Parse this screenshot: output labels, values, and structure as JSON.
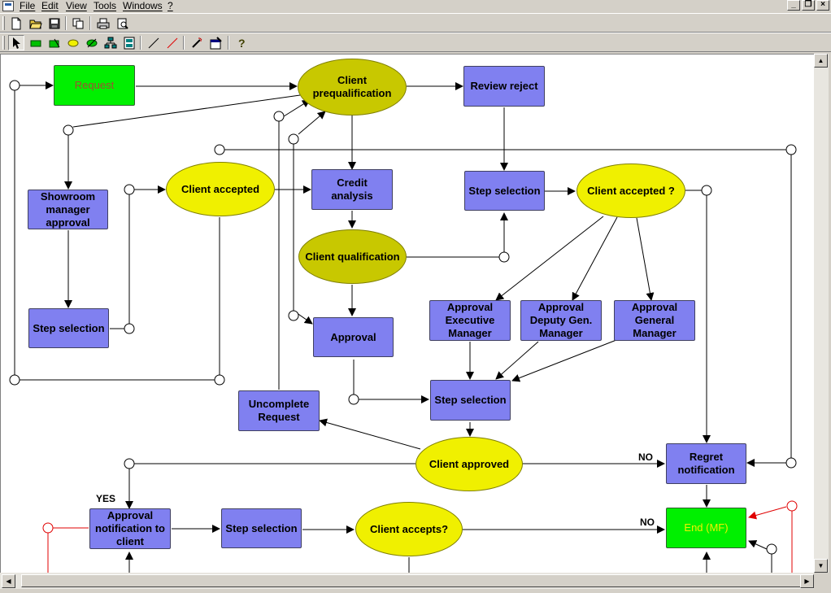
{
  "menu": {
    "items": [
      "File",
      "Edit",
      "View",
      "Tools",
      "Windows",
      "?"
    ]
  },
  "window_controls": [
    "_",
    "❐",
    "×"
  ],
  "toolbar1": [
    "new-document-icon",
    "open-folder-icon",
    "save-icon",
    "copy-icon",
    "print-icon",
    "print-preview-icon"
  ],
  "toolbar2": [
    "pointer-icon",
    "rectangle-tool-icon",
    "activity-tool-icon",
    "ellipse-tool-icon",
    "decision-tool-icon",
    "hierarchy-tool-icon",
    "subprocess-tool-icon",
    "black-line-tool-icon",
    "red-line-tool-icon",
    "wand-icon",
    "properties-icon",
    "help-icon"
  ],
  "diagram": {
    "nodes": {
      "request": "Request",
      "client_prequal": "Client prequalification",
      "review_reject": "Review reject",
      "showroom": "Showroom manager approval",
      "client_accepted": "Client accepted",
      "credit_analysis": "Credit analysis",
      "step_sel_top": "Step selection",
      "client_accepted_q": "Client accepted ?",
      "client_qualification": "Client qualification",
      "step_sel_left": "Step selection",
      "approval_exec": "Approval Executive Manager",
      "approval_deputy": "Approval Deputy Gen. Manager",
      "approval_general": "Approval General Manager",
      "approval": "Approval",
      "step_sel_mid": "Step selection",
      "uncomplete": "Uncomplete Request",
      "client_approved": "Client approved",
      "regret": "Regret notification",
      "approval_notif": "Approval notification to client",
      "step_sel_bottom": "Step selection",
      "client_accepts": "Client accepts?",
      "end": "End (MF)"
    },
    "labels": {
      "no1": "NO",
      "yes": "YES",
      "no2": "NO"
    }
  },
  "colors": {
    "activity": "#8080f0",
    "decision": "#f0f000",
    "decision_dark": "#c8c800",
    "terminal": "#00f000"
  }
}
